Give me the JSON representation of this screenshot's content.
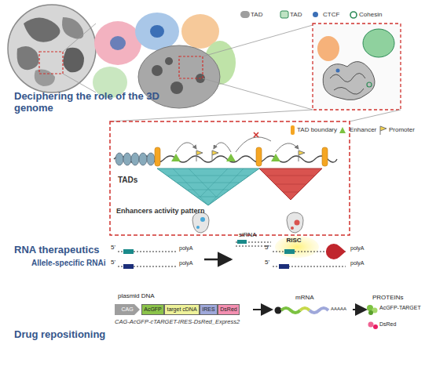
{
  "diagram": {
    "nodes": [
      {
        "text": [
          "RISC"
        ]
      },
      {
        "text": [
          "CAG"
        ]
      },
      {
        "text": [
          "AcGFP"
        ]
      },
      {
        "text": [
          "target cDNA"
        ]
      },
      {
        "text": [
          "IRES"
        ]
      },
      {
        "text": [
          "DsRed"
        ]
      }
    ],
    "labels": [
      "Deciphering the role of the 3D genome",
      "TADs",
      "Enhancers activity pattern",
      "RNA therapeutics",
      "Allele-specific RNAi",
      "5'",
      "polyA",
      "5'",
      "polyA",
      "siRNA",
      "5'",
      "polyA",
      "5'",
      "polyA",
      "Drug repositioning",
      "plasmid DNA",
      "CAG-AcGFP-cTARGET-IRES-DsRed_Express2",
      "mRNA",
      "AAAAA",
      "PROTEINs",
      "AcGFP-TARGET",
      "DsRed"
    ],
    "legend": [
      {
        "text": "TAD",
        "color": "#9e9e9e"
      },
      {
        "text": "TAD"
      },
      {
        "text": "CTCF",
        "color": "#3b6fb6"
      },
      {
        "text": "Cohesin"
      },
      {
        "text": "TAD boundary",
        "color": "#f5a623"
      },
      {
        "text": "Enhancer",
        "color": "#7cc242"
      },
      {
        "text": "Promoter"
      }
    ]
  }
}
